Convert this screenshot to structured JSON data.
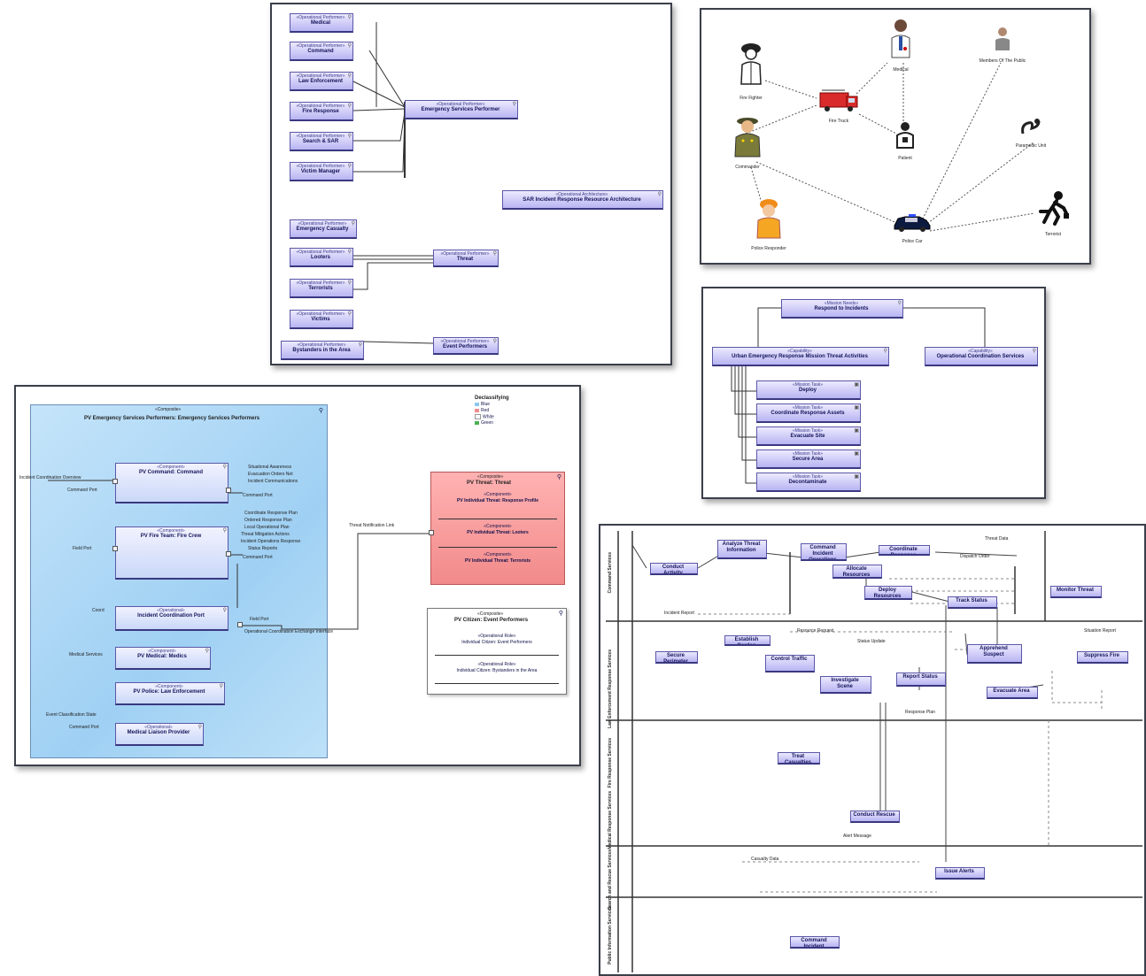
{
  "panel1": {
    "blocks": [
      {
        "st": "«Operational Performer»",
        "nm": "Medical"
      },
      {
        "st": "«Operational Performer»",
        "nm": "Command"
      },
      {
        "st": "«Operational Performer»",
        "nm": "Law Enforcement"
      },
      {
        "st": "«Operational Performer»",
        "nm": "Fire Response"
      },
      {
        "st": "«Operational Performer»",
        "nm": "Search & SAR"
      },
      {
        "st": "«Operational Performer»",
        "nm": "Victim Manager"
      },
      {
        "st": "«Operational Performer»",
        "nm": "Emergency Services Performer"
      },
      {
        "st": "«Operational Architecture»",
        "nm": "SAR Incident Response Resource Architecture"
      },
      {
        "st": "«Operational Performer»",
        "nm": "Emergency Casualty"
      },
      {
        "st": "«Operational Performer»",
        "nm": "Looters"
      },
      {
        "st": "«Operational Performer»",
        "nm": "Terrorists"
      },
      {
        "st": "«Operational Performer»",
        "nm": "Threat"
      },
      {
        "st": "«Operational Performer»",
        "nm": "Victims"
      },
      {
        "st": "«Operational Performer»",
        "nm": "Bystanders in the Area"
      },
      {
        "st": "«Operational Performer»",
        "nm": "Event Performers"
      }
    ]
  },
  "panel2": {
    "actors": [
      {
        "label": "Fire Fighter"
      },
      {
        "label": "Medical"
      },
      {
        "label": "Members Of The Public"
      },
      {
        "label": "Fire Truck"
      },
      {
        "label": "Patient"
      },
      {
        "label": "Commander"
      },
      {
        "label": "Paramedic Unit"
      },
      {
        "label": "Police Responder"
      },
      {
        "label": "Terrorist"
      },
      {
        "label": "Police Car"
      }
    ]
  },
  "panel3": {
    "top": {
      "st": "«Mission Needs»",
      "nm": "Respond to Incidents"
    },
    "left": {
      "st": "«Capability»",
      "nm": "Urban Emergency Response Mission Threat Activities"
    },
    "right": {
      "st": "«Capability»",
      "nm": "Operational Coordination Services"
    },
    "items": [
      {
        "st": "«Mission Task»",
        "nm": "Deploy"
      },
      {
        "st": "«Mission Task»",
        "nm": "Coordinate Response Assets"
      },
      {
        "st": "«Mission Task»",
        "nm": "Evacuate Site"
      },
      {
        "st": "«Mission Task»",
        "nm": "Secure Area"
      },
      {
        "st": "«Mission Task»",
        "nm": "Decontaminate"
      }
    ]
  },
  "panel4": {
    "container": {
      "st": "«Composite»",
      "nm": "PV Emergency Services Performers: Emergency Services Performers"
    },
    "legend": {
      "title": "Declassifying",
      "items": [
        {
          "label": "Blue",
          "color": "#8ec7f0"
        },
        {
          "label": "Red",
          "color": "#f28b8b"
        },
        {
          "label": "White",
          "color": "#ffffff"
        },
        {
          "label": "Green",
          "color": "#4caf50"
        }
      ]
    },
    "left_labels": [
      "Incident Coordination Overview",
      "Command Port",
      "Field Port",
      "Coord",
      "Medical Services",
      "Event Classification State",
      "Command Port"
    ],
    "inner": [
      {
        "st": "«Component»",
        "nm": "PV Command: Command"
      },
      {
        "st": "«Component»",
        "nm": "PV Fire Team: Fire Crew"
      },
      {
        "st": "«Operational»",
        "nm": "Incident Coordination Port"
      },
      {
        "st": "«Component»",
        "nm": "PV Medical: Medics"
      },
      {
        "st": "«Component»",
        "nm": "PV Police: Law Enforcement"
      },
      {
        "st": "«Operational»",
        "nm": "Medical Liaison Provider"
      }
    ],
    "right_notes": [
      "Situational Awareness",
      "Evacuation Orders Net",
      "Incident Communications",
      "Command Port",
      "Coordinate Response Plan",
      "Ordered Response Plan",
      "Local Operational Plan",
      "Threat Mitigation Actions",
      "Incident Operations Response",
      "Status Reports",
      "Command Port",
      "Field Port",
      "Operational Coordination Exchange Interface"
    ],
    "red": {
      "st": "«Composite»",
      "nm": "PV Threat: Threat",
      "parts": [
        {
          "st": "«Component»",
          "nm": "PV Individual Threat: Response Profile"
        },
        {
          "st": "«Component»",
          "nm": "PV Individual Threat: Looters"
        },
        {
          "st": "«Component»",
          "nm": "PV Individual Threat: Terrorists"
        }
      ]
    },
    "connector_label": "Threat Notification Link",
    "white": {
      "st": "«Composite»",
      "nm": "PV Citizen: Event Performers",
      "parts": [
        {
          "st": "«Operational Role»",
          "nm": "Individual Citizen: Event Performers"
        },
        {
          "st": "«Operational Role»",
          "nm": "Individual Citizen: Bystanders in the Area"
        }
      ]
    }
  },
  "panel5": {
    "lanes": [
      "Command Services",
      "Law Enforcement Response Services",
      "Fire Response Services",
      "Medical Response Services",
      "Search and Rescue Services",
      "Public Information Services"
    ],
    "nodes": [
      {
        "nm": "Conduct Activity Dispatch"
      },
      {
        "nm": "Analyze Threat Information"
      },
      {
        "nm": "Command Incident Operations"
      },
      {
        "nm": "Coordinate Response"
      },
      {
        "nm": "Allocate Resources"
      },
      {
        "nm": "Deploy Resources"
      },
      {
        "nm": "Track Status"
      },
      {
        "nm": "Monitor Threat"
      },
      {
        "nm": "Secure Perimeter"
      },
      {
        "nm": "Establish Cordon"
      },
      {
        "nm": "Control Traffic"
      },
      {
        "nm": "Investigate Scene"
      },
      {
        "nm": "Apprehend Suspect"
      },
      {
        "nm": "Report Status"
      },
      {
        "nm": "Evacuate Area"
      },
      {
        "nm": "Suppress Fire"
      },
      {
        "nm": "Treat Casualties"
      },
      {
        "nm": "Conduct Rescue"
      },
      {
        "nm": "Issue Alerts"
      }
    ],
    "flows": [
      "Incident Report",
      "Threat Data",
      "Dispatch Order",
      "Resource Request",
      "Status Update",
      "Situation Report",
      "Response Plan",
      "Alert Message",
      "Casualty Data"
    ]
  }
}
